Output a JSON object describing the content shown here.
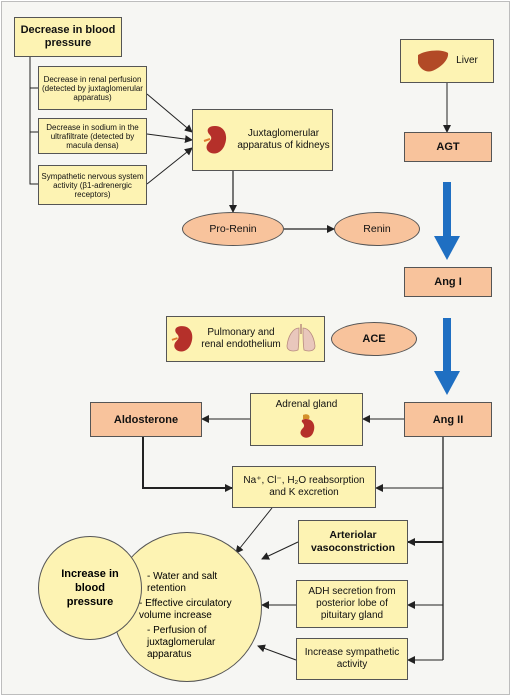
{
  "nodes": {
    "bp_decrease": "Decrease in blood pressure",
    "renal_perfusion": "Decrease in renal perfusion (detected by juxtaglomerular apparatus)",
    "sodium": "Decrease in sodium in the ultrafiltrate (detected by macula densa)",
    "sympathetic": "Sympathetic nervous system activity (β1-adrenergic receptors)",
    "jga": "Juxtaglomerular apparatus of kidneys",
    "prorenin": "Pro-Renin",
    "renin": "Renin",
    "liver": "Liver",
    "agt": "AGT",
    "ang1": "Ang I",
    "pulmonary": "Pulmonary and renal endothelium",
    "ace": "ACE",
    "ang2": "Ang II",
    "adrenal": "Adrenal gland",
    "aldosterone": "Aldosterone",
    "reabsorption_line1": "Na⁺, Cl⁻, H₂O reabsorption",
    "reabsorption_line2": "and K excretion",
    "arteriolar": "Arteriolar vasoconstriction",
    "adh": "ADH secretion from posterior lobe of pituitary gland",
    "increase_symp": "Increase sympathetic activity",
    "increase_bp": "Increase in blood pressure",
    "effect1": "- Water and salt retention",
    "effect2": "- Effective circulatory volume increase",
    "effect3": "- Perfusion of juxtaglomerular apparatus"
  },
  "colors": {
    "yellow_box": "#fdf3b3",
    "peach_box": "#f8c39c",
    "blue_arrow": "#1f6fc2"
  },
  "icons": [
    "kidney-icon",
    "liver-icon",
    "lungs-icon",
    "adrenal-kidney-icon"
  ]
}
